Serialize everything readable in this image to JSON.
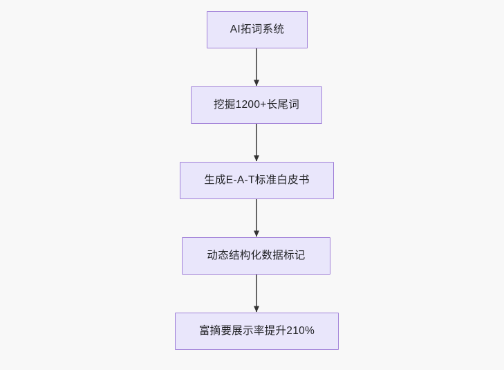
{
  "diagram": {
    "type": "flowchart",
    "orientation": "top-to-bottom",
    "background_color": "#f8f8f8",
    "node_fill_color": "#e9e6fb",
    "node_border_color": "#a07fd8",
    "node_text_color": "#1f2023",
    "edge_color": "#666666",
    "arrowhead_color": "#333333",
    "nodes": [
      {
        "id": "node-0",
        "label": "AI拓词系统"
      },
      {
        "id": "node-1",
        "label": "挖掘1200+长尾词"
      },
      {
        "id": "node-2",
        "label": "生成E-A-T标准白皮书"
      },
      {
        "id": "node-3",
        "label": "动态结构化数据标记"
      },
      {
        "id": "node-4",
        "label": "富摘要展示率提升210%"
      }
    ],
    "edges": [
      {
        "from": "node-0",
        "to": "node-1",
        "label": ""
      },
      {
        "from": "node-1",
        "to": "node-2",
        "label": ""
      },
      {
        "from": "node-2",
        "to": "node-3",
        "label": ""
      },
      {
        "from": "node-3",
        "to": "node-4",
        "label": ""
      }
    ]
  }
}
